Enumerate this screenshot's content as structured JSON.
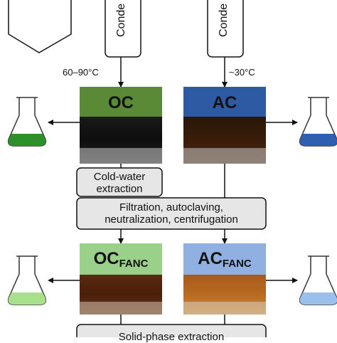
{
  "condensers": {
    "left_label": "Conde",
    "right_label": "Conde"
  },
  "temperatures": {
    "left": "60–90°C",
    "right": "~30°C"
  },
  "samples": {
    "oc": {
      "label": "OC",
      "color": "#5a8a35"
    },
    "ac": {
      "label": "AC",
      "color": "#2e5aa3"
    },
    "oc_fanc": {
      "label": "OC",
      "subscript": "FANC",
      "color": "#9bd08a"
    },
    "ac_fanc": {
      "label": "AC",
      "subscript": "FANC",
      "color": "#8fb0e0"
    }
  },
  "steps": {
    "cold_water": [
      "Cold-water",
      "extraction"
    ],
    "filtration": [
      "Filtration, autoclaving,",
      "neutralization, centrifugation"
    ],
    "bottom_partial": "Solid-phase extraction"
  },
  "flask_colors": {
    "oc": "#2f8f2a",
    "ac": "#2f5fb0",
    "oc_fanc": "#a8e08c",
    "ac_fanc": "#9cc0ec"
  }
}
